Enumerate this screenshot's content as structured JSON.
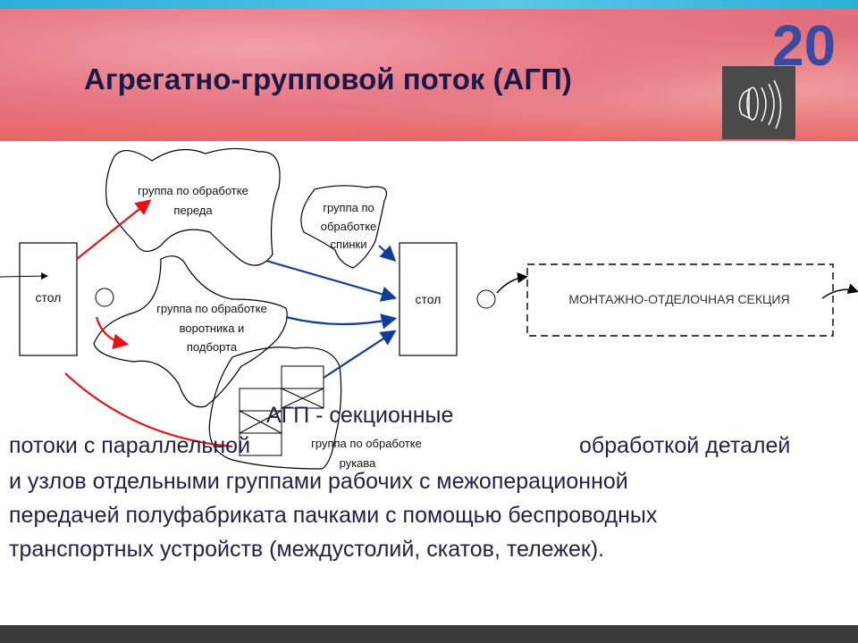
{
  "slide": {
    "title": "Агрегатно-групповой поток (АГП)",
    "number": "20",
    "sound_icon": "speaker-icon"
  },
  "diagram": {
    "table_left": "стол",
    "table_right": "стол",
    "group_front_1": "группа по обработке",
    "group_front_2": "переда",
    "group_back_1": "группа по",
    "group_back_2": "обработке",
    "group_back_3": "спинки",
    "group_collar_1": "группа по обработке",
    "group_collar_2": "воротника и",
    "group_collar_3": "подборта",
    "group_sleeve_1": "группа по обработке",
    "group_sleeve_2": "рукава",
    "assembly_section": "МОНТАЖНО-ОТДЕЛОЧНАЯ СЕКЦИЯ",
    "colors": {
      "red_arrow": "#e81010",
      "blue_arrow": "#103c9c"
    }
  },
  "text": {
    "line1": "АГП - секционные",
    "line2a": "потоки с параллельной",
    "line2b": "обработкой деталей",
    "line3": "и узлов отдельными группами рабочих с межоперационной",
    "line4": "передачей полуфабриката пачками с помощью беспроводных",
    "line5": "транспортных устройств (междустолий, скатов, тележек)."
  }
}
